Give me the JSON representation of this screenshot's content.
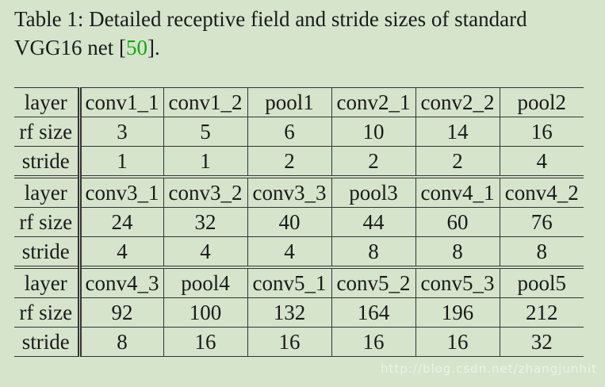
{
  "caption": {
    "prefix": "Table 1: Detailed receptive field and stride sizes of standard VGG16 net [",
    "ref": "50",
    "suffix": "]."
  },
  "blocks": [
    {
      "layers": [
        "conv1_1",
        "conv1_2",
        "pool1",
        "conv2_1",
        "conv2_2",
        "pool2"
      ],
      "rf": [
        "3",
        "5",
        "6",
        "10",
        "14",
        "16"
      ],
      "stride": [
        "1",
        "1",
        "2",
        "2",
        "2",
        "4"
      ]
    },
    {
      "layers": [
        "conv3_1",
        "conv3_2",
        "conv3_3",
        "pool3",
        "conv4_1",
        "conv4_2"
      ],
      "rf": [
        "24",
        "32",
        "40",
        "44",
        "60",
        "76"
      ],
      "stride": [
        "4",
        "4",
        "4",
        "8",
        "8",
        "8"
      ]
    },
    {
      "layers": [
        "conv4_3",
        "pool4",
        "conv5_1",
        "conv5_2",
        "conv5_3",
        "pool5"
      ],
      "rf": [
        "92",
        "100",
        "132",
        "164",
        "196",
        "212"
      ],
      "stride": [
        "8",
        "16",
        "16",
        "16",
        "16",
        "32"
      ]
    }
  ],
  "row_labels": {
    "layer": "layer",
    "rf": "rf size",
    "stride": "stride"
  },
  "watermark": "http://blog.csdn.net/zhangjunhit",
  "colors": {
    "background": "#d5e4cb",
    "reference": "#11aa11",
    "text": "#1a1a1a"
  }
}
